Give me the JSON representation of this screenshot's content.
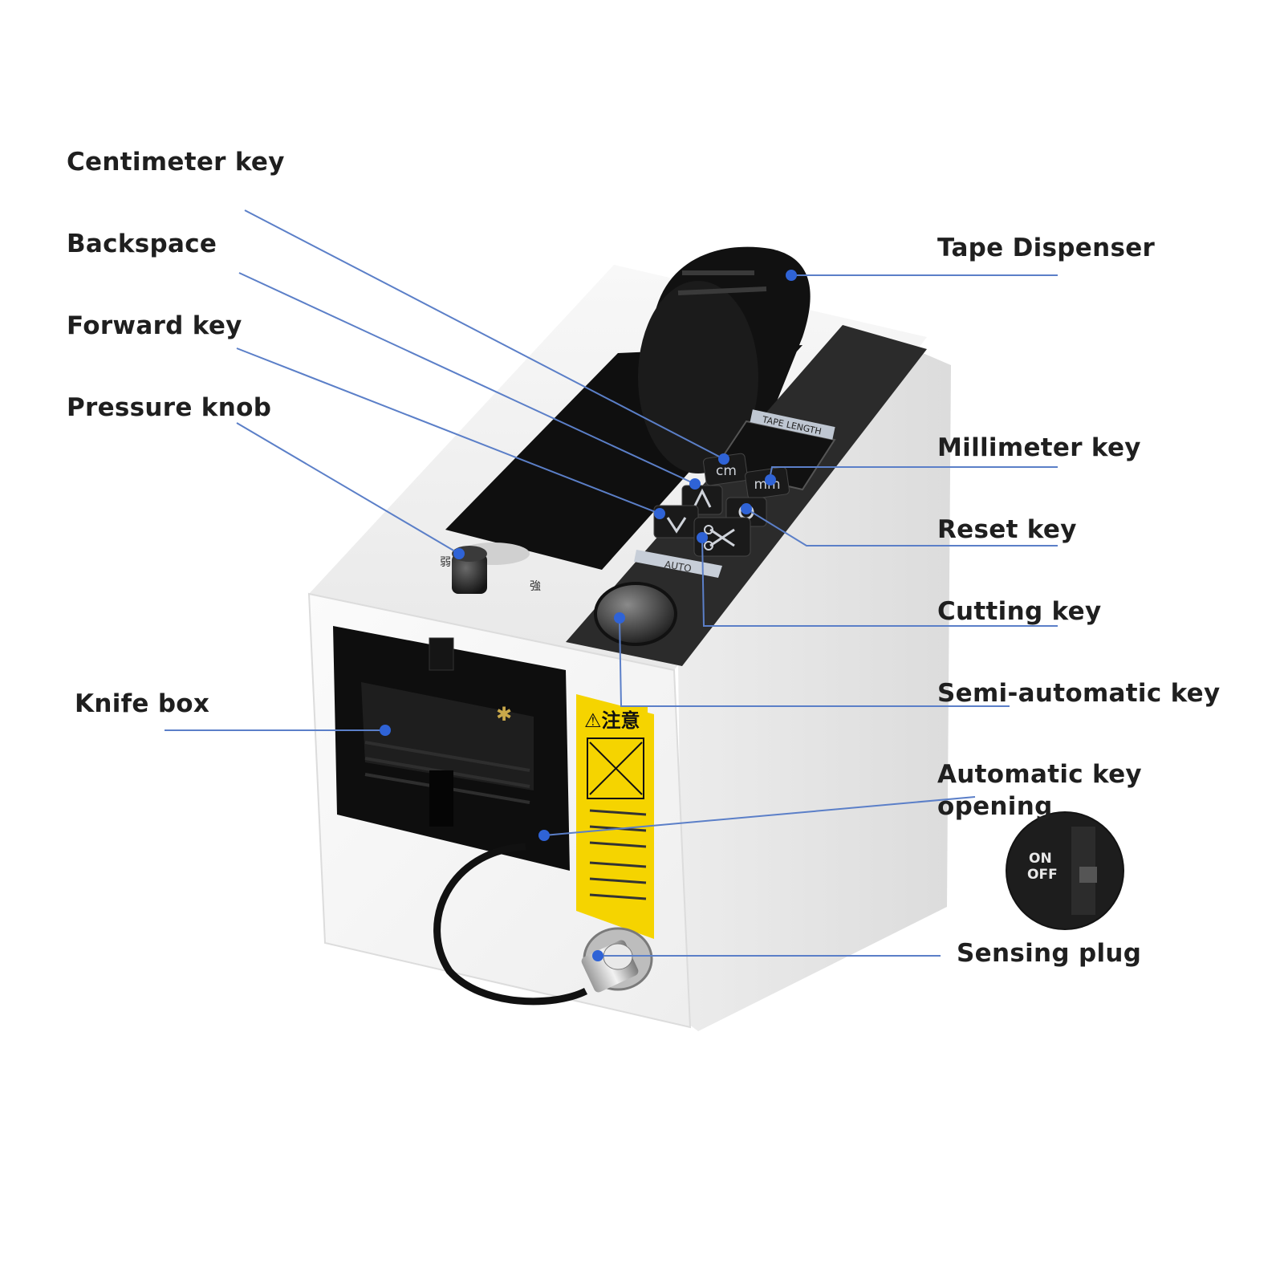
{
  "labels": {
    "centimeter_key": "Centimeter key",
    "backspace": "Backspace",
    "forward_key": "Forward key",
    "pressure_knob": "Pressure knob",
    "knife_box": "Knife box",
    "tape_dispenser": "Tape Dispenser",
    "millimeter_key": "Millimeter key",
    "reset_key": "Reset key",
    "cutting_key": "Cutting key",
    "semi_automatic_key": "Semi-automatic key",
    "automatic_key_opening": "Automatic key opening",
    "sensing_plug": "Sensing plug"
  },
  "device": {
    "panel_label": "TAPE LENGTH",
    "auto_label": "AUTO",
    "cm_key": "cm",
    "mm_key": "mm",
    "warning_title": "⚠注意",
    "inset_on": "ON",
    "inset_off": "OFF"
  },
  "colors": {
    "callout": "#5b7fc8",
    "dot": "#2f63d6",
    "body": "#f4f4f4",
    "panel": "#2a2a2a",
    "warning": "#f5d400"
  }
}
